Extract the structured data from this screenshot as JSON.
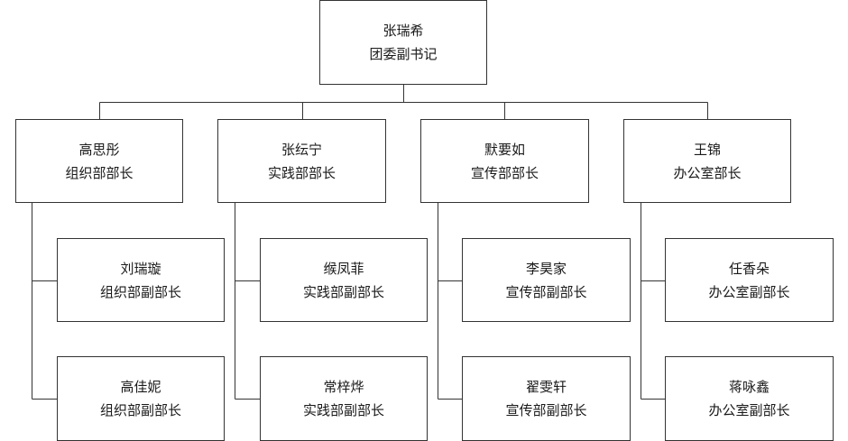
{
  "colors": {
    "line": "#333333",
    "border": "#333333",
    "text": "#1a1a1a",
    "background": "#ffffff"
  },
  "root": {
    "name": "张瑞希",
    "title": "团委副书记"
  },
  "departments": [
    {
      "name": "高思彤",
      "title": "组织部部长",
      "deputies": [
        {
          "name": "刘瑞璇",
          "title": "组织部副部长"
        },
        {
          "name": "高佳妮",
          "title": "组织部副部长"
        }
      ]
    },
    {
      "name": "张纭宁",
      "title": "实践部部长",
      "deputies": [
        {
          "name": "缑凤菲",
          "title": "实践部副部长"
        },
        {
          "name": "常梓烨",
          "title": "实践部副部长"
        }
      ]
    },
    {
      "name": "默要如",
      "title": "宣传部部长",
      "deputies": [
        {
          "name": "李昊家",
          "title": "宣传部副部长"
        },
        {
          "name": "翟雯轩",
          "title": "宣传部副部长"
        }
      ]
    },
    {
      "name": "王锦",
      "title": "办公室部长",
      "deputies": [
        {
          "name": "任香朵",
          "title": "办公室副部长"
        },
        {
          "name": "蒋咏鑫",
          "title": "办公室副部长"
        }
      ]
    }
  ]
}
